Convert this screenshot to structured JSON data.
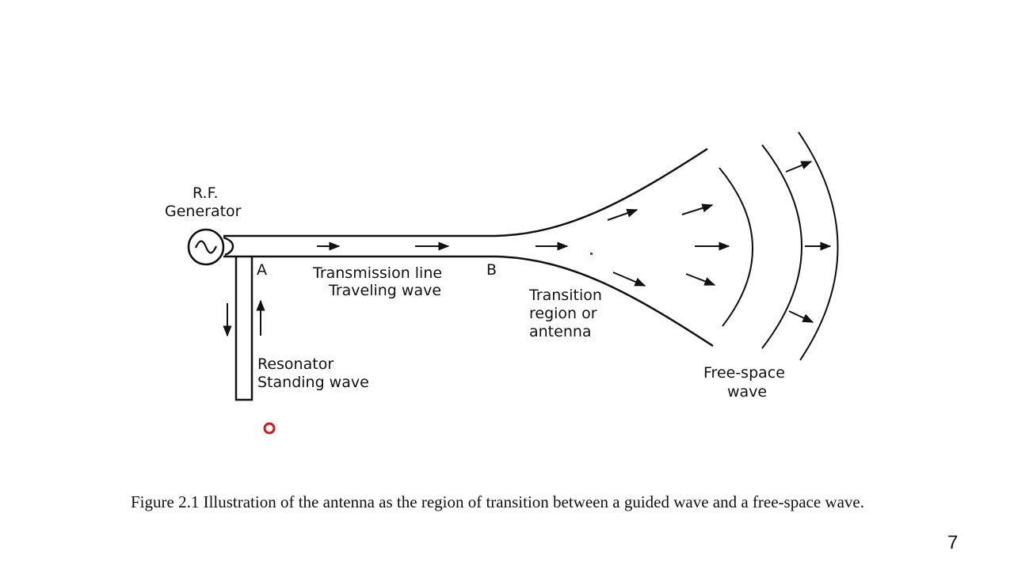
{
  "diagram": {
    "generator_label_line1": "R.F.",
    "generator_label_line2": "Generator",
    "point_a": "A",
    "point_b": "B",
    "line_label_line1": "Transmission line",
    "line_label_line2": "Traveling wave",
    "resonator_label_line1": "Resonator",
    "resonator_label_line2": "Standing wave",
    "transition_label_line1": "Transition",
    "transition_label_line2": "region or",
    "transition_label_line3": "antenna",
    "freespace_label_line1": "Free-space",
    "freespace_label_line2": "wave"
  },
  "caption": "Figure 2.1 Illustration of the antenna as the region of transition between a guided wave and a free-space wave.",
  "page_number": "7",
  "colors": {
    "ink": "#111111",
    "pointer": "#d11a1a"
  }
}
